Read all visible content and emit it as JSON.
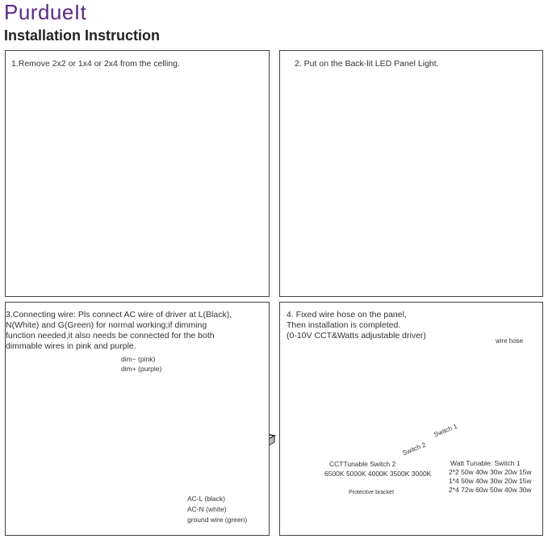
{
  "header": {
    "brand": "PurdueIt",
    "title": "Installation Instruction"
  },
  "steps": [
    {
      "text": "1.Remove 2x2 or 1x4 or 2x4 from the celling."
    },
    {
      "text": "2. Put on the Back-lit LED Panel Light."
    },
    {
      "text": "3.Connecting wire:  Pls connect AC wire of driver at L(Black),\n   N(White) and G(Green) for normal working;if dimming\n   function needed,it also needs be connected for the both\n   dimmable wires in pink and purple."
    },
    {
      "text": "4. Fixed wire hose on the panel,\n    Then installation is completed.\n    (0-10V CCT&Watts adjustable driver)"
    }
  ],
  "step3_labels": {
    "dim_minus": "dim− (pink)",
    "dim_plus": "dim+ (purple)",
    "ac_l": "AC-L (black)",
    "ac_n": "AC-N (white)",
    "ground": "ground wire (green)"
  },
  "step4_labels": {
    "wire_hose": "wire  hose",
    "switch1": "Switch 1",
    "switch2": "Switch 2",
    "cct_title": "CCTTunable Switch 2",
    "cct_values": "6500K 5000K 4000K 3500K 3000K",
    "watt_title": "Watt Tunable: Switch 1",
    "watt_rows": [
      "2*2  50w 40w 30w 20w 15w",
      "1*4  50w 40w 30w 20w 15w",
      "2*4  72w 60w 50w 40w 30w"
    ],
    "bracket": "Protective bracket"
  }
}
